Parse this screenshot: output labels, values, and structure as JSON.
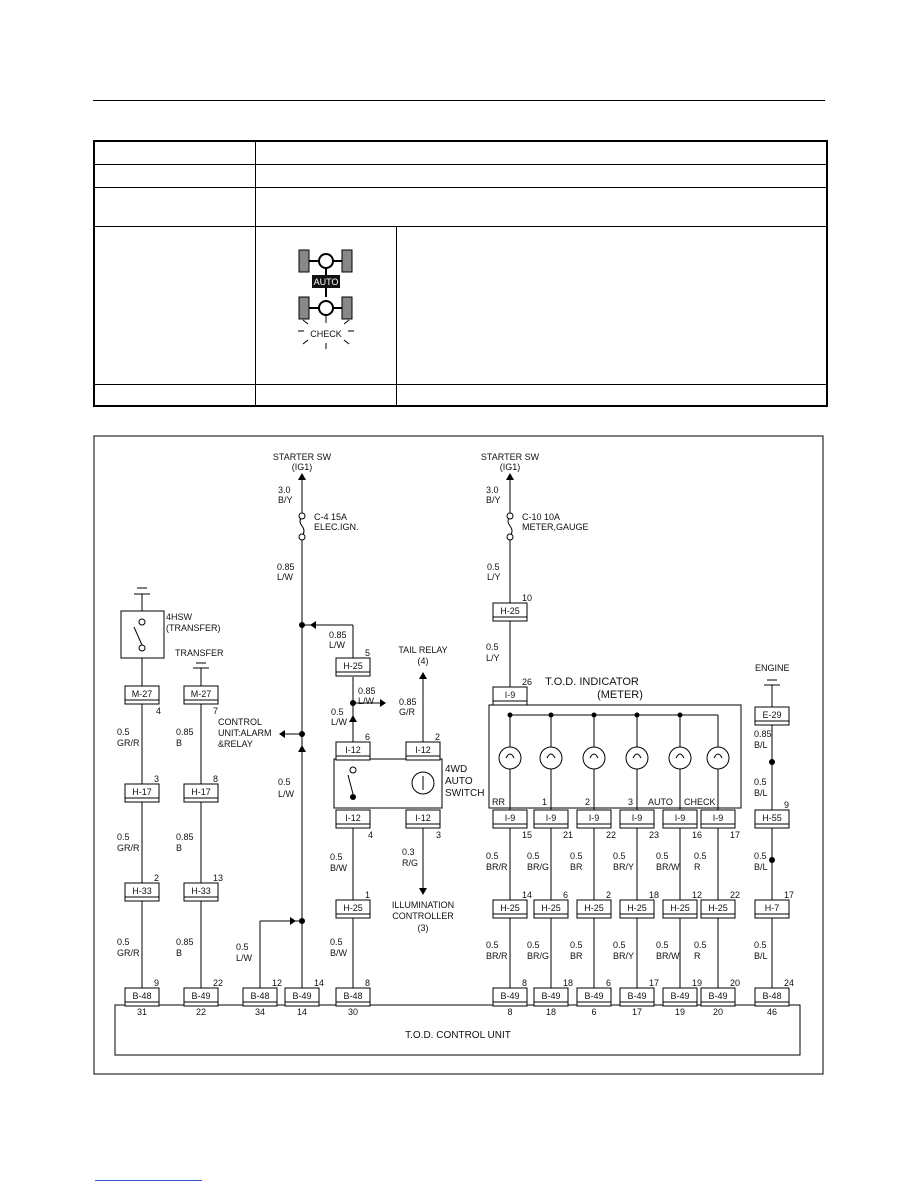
{
  "sections": {
    "power_left": {
      "label": "STARTER SW",
      "sub": "(IG1)",
      "wire": "3.0",
      "color": "B/Y",
      "fuse": "C-4 15A",
      "fuse_desc": "ELEC.IGN.",
      "wire2": "0.85",
      "color2": "L/W"
    },
    "power_right": {
      "label": "STARTER SW",
      "sub": "(IG1)",
      "wire": "3.0",
      "color": "B/Y",
      "fuse": "C-10 10A",
      "fuse_desc": "METER,GAUGE",
      "wire2": "0.5",
      "color2": "L/Y"
    },
    "switch_4hsw": {
      "name": "4HSW",
      "sub": "(TRANSFER)"
    },
    "transfer": "TRANSFER",
    "engine": "ENGINE",
    "control_unit_alarm": [
      "CONTROL",
      "UNIT:ALARM",
      "&RELAY"
    ],
    "tail_relay": {
      "label": "TAIL RELAY",
      "ref": "(4)"
    },
    "illum": {
      "label1": "ILLUMINATION",
      "label2": "CONTROLLER",
      "ref": "(3)"
    },
    "auto_switch": [
      "4WD",
      "AUTO",
      "SWITCH"
    ],
    "indicator": {
      "title": "T.O.D. INDICATOR",
      "sub": "(METER)",
      "lamps": [
        "RR",
        "1",
        "2",
        "3",
        "AUTO",
        "CHECK"
      ]
    },
    "control_unit": "T.O.D. CONTROL UNIT",
    "icon_auto": "AUTO",
    "icon_check": "CHECK"
  },
  "labels": {
    "w_085": "0.85",
    "w_05": "0.5",
    "w_03": "0.3",
    "LW": "L/W",
    "GRR": "GR/R",
    "B": "B",
    "GR": "G/R",
    "BW": "B/W",
    "RG": "R/G",
    "LY": "L/Y",
    "BL": "B/L",
    "BRR": "BR/R",
    "BRG": "BR/G",
    "BR": "BR",
    "BRY": "BR/Y",
    "BRW": "BR/W",
    "R": "R",
    "M27": "M-27",
    "H17": "H-17",
    "H33": "H-33",
    "B48": "B-48",
    "B49": "B-49",
    "H25": "H-25",
    "I12": "I-12",
    "I9": "I-9",
    "E29": "E-29",
    "H55": "H-55",
    "H7": "H-7",
    "n2": "2",
    "n3": "3",
    "n4": "4",
    "n5": "5",
    "n6": "6",
    "n7": "7",
    "n8": "8",
    "n9": "9",
    "n10": "10",
    "n12": "12",
    "n13": "13",
    "n14": "14",
    "n15": "15",
    "n16": "16",
    "n17": "17",
    "n18": "18",
    "n19": "19",
    "n20": "20",
    "n21": "21",
    "n22": "22",
    "n23": "23",
    "n24": "24",
    "n26": "26",
    "n30": "30",
    "n31": "31",
    "n34": "34",
    "n46": "46",
    "n1": "1",
    "n6b": "6"
  }
}
